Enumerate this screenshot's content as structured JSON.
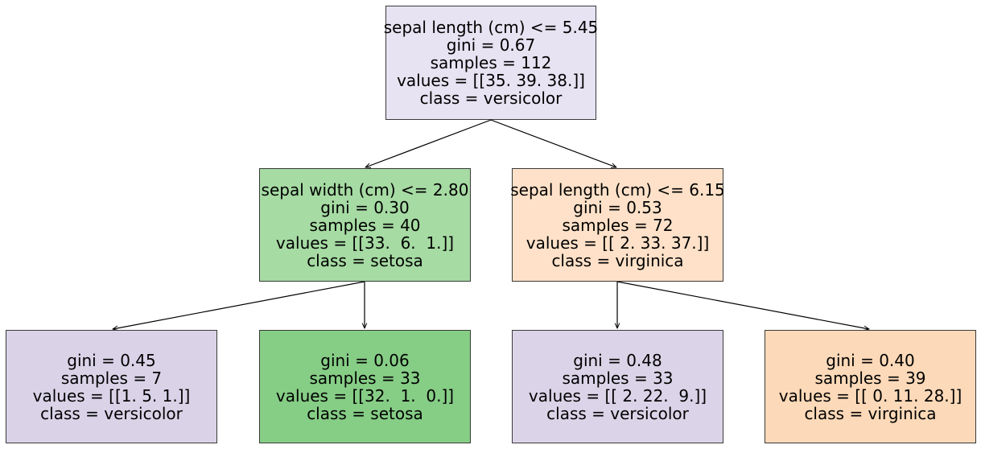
{
  "tree": {
    "root": {
      "split": "sepal length (cm) <= 5.45",
      "gini": "gini = 0.67",
      "samples": "samples = 112",
      "values": "values = [[35. 39. 38.]]",
      "class": "class = versicolor",
      "color": "#e7e3f2"
    },
    "left": {
      "split": "sepal width (cm) <= 2.80",
      "gini": "gini = 0.30",
      "samples": "samples = 40",
      "values": "values = [[33.  6.  1.]]",
      "class": "class = setosa",
      "color": "#a6dba3"
    },
    "right": {
      "split": "sepal length (cm) <= 6.15",
      "gini": "gini = 0.53",
      "samples": "samples = 72",
      "values": "values = [[ 2. 33. 37.]]",
      "class": "class = virginica",
      "color": "#fee1c8"
    },
    "left_left": {
      "gini": "gini = 0.45",
      "samples": "samples = 7",
      "values": "values = [[1. 5. 1.]]",
      "class": "class = versicolor",
      "color": "#dad3e8"
    },
    "left_right": {
      "gini": "gini = 0.06",
      "samples": "samples = 33",
      "values": "values = [[32.  1.  0.]]",
      "class": "class = setosa",
      "color": "#86cd86"
    },
    "right_left": {
      "gini": "gini = 0.48",
      "samples": "samples = 33",
      "values": "values = [[ 2. 22.  9.]]",
      "class": "class = versicolor",
      "color": "#dbd4e8"
    },
    "right_right": {
      "gini": "gini = 0.40",
      "samples": "samples = 39",
      "values": "values = [[ 0. 11. 28.]]",
      "class": "class = virginica",
      "color": "#fcd9b8"
    }
  }
}
